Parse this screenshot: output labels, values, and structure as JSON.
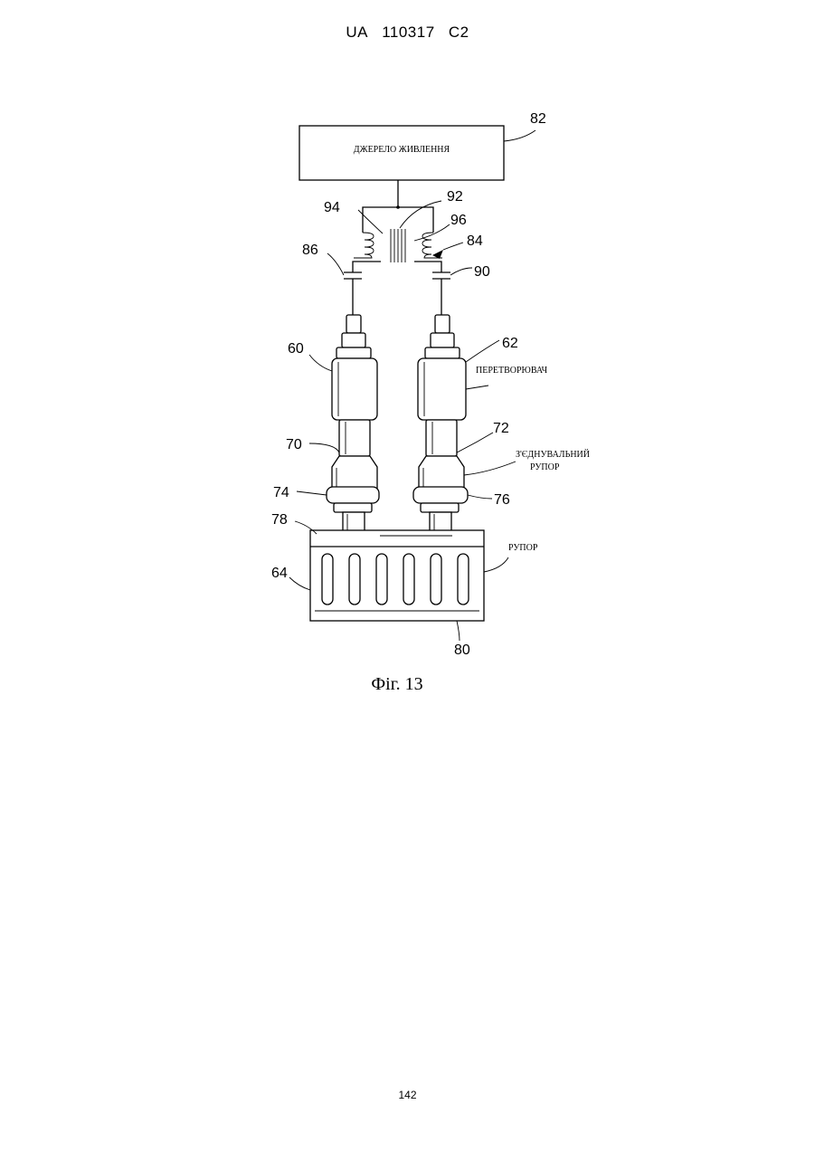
{
  "header": {
    "country": "UA",
    "number": "110317",
    "kind": "C2"
  },
  "figure": {
    "power_source_label": "ДЖЕРЕЛО ЖИВЛЕННЯ",
    "converter_label": "ПЕРЕТВОРЮВАЧ",
    "booster_label_line1": "З'ЄДНУВАЛЬНИЙ",
    "booster_label_line2": "РУПОР",
    "horn_label": "РУПОР",
    "refs": {
      "r82": "82",
      "r92": "92",
      "r94": "94",
      "r96": "96",
      "r84": "84",
      "r86": "86",
      "r90": "90",
      "r60": "60",
      "r62": "62",
      "r70": "70",
      "r72": "72",
      "r74": "74",
      "r76": "76",
      "r78": "78",
      "r64": "64",
      "r80": "80"
    },
    "caption": "Фіг. 13"
  },
  "footer": {
    "page_number": "142"
  }
}
